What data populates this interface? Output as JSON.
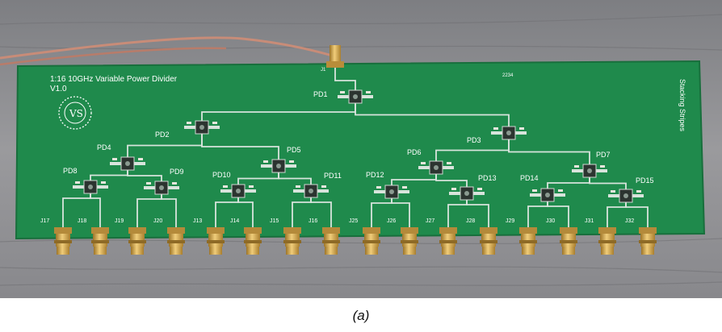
{
  "board": {
    "title": "1:16 10GHz Variable Power Divider",
    "version": "V1.0",
    "side_label": "Stacking Stripes",
    "top_connector": "J1",
    "serial": "2234"
  },
  "dividers": [
    {
      "label": "PD1"
    },
    {
      "label": "PD2"
    },
    {
      "label": "PD3"
    },
    {
      "label": "PD4"
    },
    {
      "label": "PD5"
    },
    {
      "label": "PD6"
    },
    {
      "label": "PD7"
    },
    {
      "label": "PD8"
    },
    {
      "label": "PD9"
    },
    {
      "label": "PD10"
    },
    {
      "label": "PD11"
    },
    {
      "label": "PD12"
    },
    {
      "label": "PD13"
    },
    {
      "label": "PD14"
    },
    {
      "label": "PD15"
    }
  ],
  "output_jacks": [
    "J17",
    "J18",
    "J19",
    "J20",
    "J13",
    "J14",
    "J15",
    "J16",
    "J25",
    "J26",
    "J27",
    "J28",
    "J29",
    "J30",
    "J31",
    "J32"
  ],
  "caption": "(a)",
  "colors": {
    "pcb": "#1f8a4c",
    "pcb_edge": "#186f3c",
    "trace": "#d8e4dc",
    "silk": "#ffffff",
    "gold": "#c99b3a",
    "wood": "#8d8d90"
  }
}
